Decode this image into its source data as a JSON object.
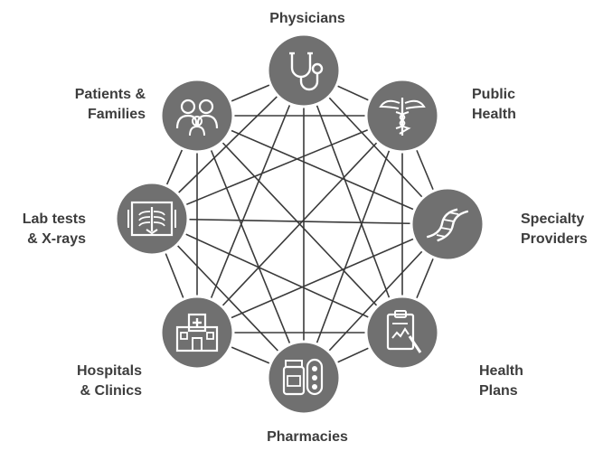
{
  "nodes": [
    {
      "id": "physicians",
      "lines": [
        "Physicians"
      ],
      "icon": "stethoscope-icon"
    },
    {
      "id": "public-health",
      "lines": [
        "Public",
        "Health"
      ],
      "icon": "caduceus-icon"
    },
    {
      "id": "specialty-providers",
      "lines": [
        "Specialty",
        "Providers"
      ],
      "icon": "dna-icon"
    },
    {
      "id": "health-plans",
      "lines": [
        "Health",
        "Plans"
      ],
      "icon": "clipboard-pen-icon"
    },
    {
      "id": "pharmacies",
      "lines": [
        "Pharmacies"
      ],
      "icon": "pill-bottle-icon"
    },
    {
      "id": "hospitals-clinics",
      "lines": [
        "Hospitals",
        "& Clinics"
      ],
      "icon": "hospital-building-icon"
    },
    {
      "id": "lab-tests-xrays",
      "lines": [
        "Lab tests",
        "& X-rays"
      ],
      "icon": "xray-icon"
    },
    {
      "id": "patients-families",
      "lines": [
        "Patients &",
        "Families"
      ],
      "icon": "family-icon"
    }
  ],
  "colors": {
    "node": "#707070",
    "edge": "#3a3a3a",
    "label": "#3d3d3d",
    "icon": "#ffffff"
  }
}
